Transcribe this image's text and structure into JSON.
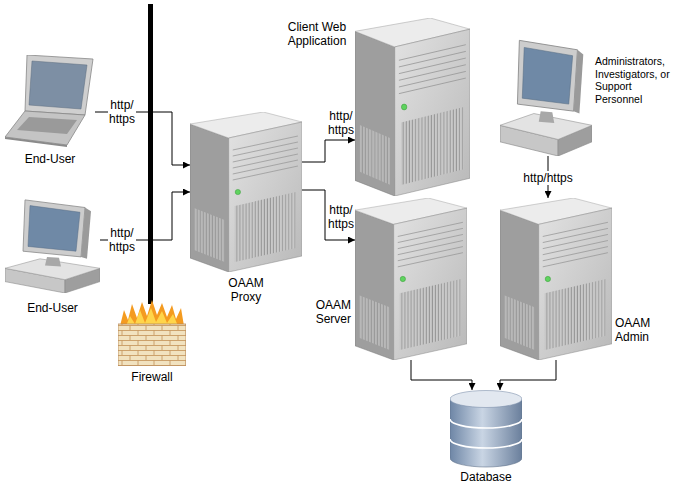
{
  "diagram": {
    "nodes": [
      {
        "text": [
          "End-User"
        ]
      },
      {
        "text": [
          "Client Web Application"
        ]
      },
      {
        "text": [
          "Administrators, Investigators, or Support Personnel"
        ]
      },
      {
        "text": [
          "OAAM Proxy"
        ]
      },
      {
        "text": [
          "End-User"
        ]
      },
      {
        "text": [
          "OAAM Server"
        ]
      },
      {
        "text": [
          "OAAM Admin"
        ]
      },
      {
        "text": [
          "Firewall"
        ]
      },
      {
        "text": [
          "Database"
        ]
      }
    ],
    "edges": [
      {
        "from": 0,
        "to": 3,
        "label": "http/ https",
        "arrow": "to"
      },
      {
        "from": 4,
        "to": 3,
        "label": "http/ https",
        "arrow": "to"
      },
      {
        "from": 3,
        "to": 1,
        "label": "http/ https",
        "arrow": "to"
      },
      {
        "from": 3,
        "to": 5,
        "label": "http/ https",
        "arrow": "to"
      },
      {
        "from": 2,
        "to": 6,
        "label": "http/https",
        "arrow": "to"
      },
      {
        "from": 5,
        "to": 8,
        "arrow": "to"
      },
      {
        "from": 6,
        "to": 8,
        "arrow": "to"
      }
    ]
  }
}
